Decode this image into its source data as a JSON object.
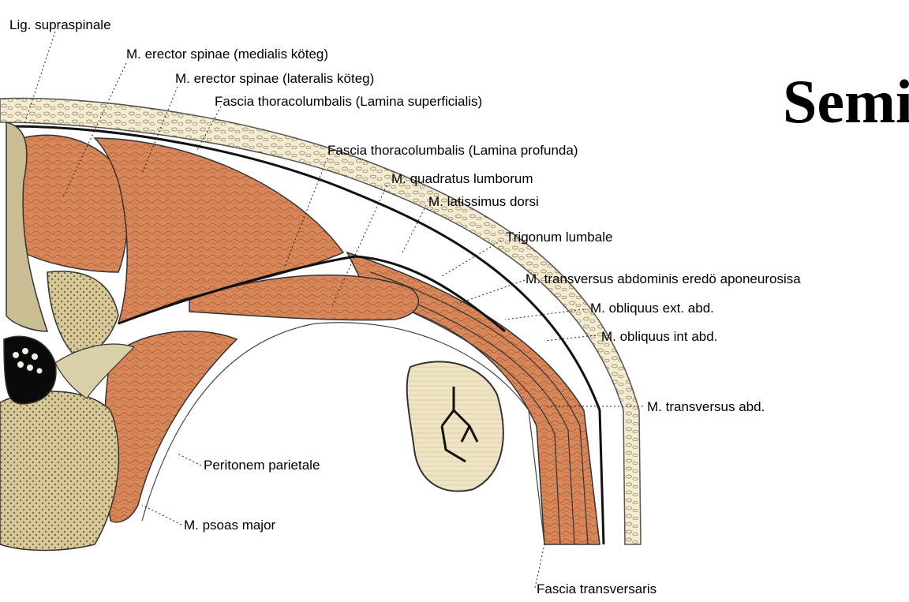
{
  "title": "Semi",
  "labels": {
    "lig_supraspinale": "Lig. supraspinale",
    "erector_medialis": "M. erector spinae (medialis köteg)",
    "erector_lateralis": "M. erector spinae (lateralis köteg)",
    "fascia_superficialis": "Fascia thoracolumbalis (Lamina superficialis)",
    "fascia_profunda": "Fascia thoracolumbalis (Lamina profunda)",
    "quadratus_lumborum": "M. quadratus lumborum",
    "latissimus_dorsi": "M. latissimus dorsi",
    "trigonum_lumbale": "Trigonum lumbale",
    "transversus_aponeurosis": "M. transversus abdominis eredö aponeurosisa",
    "obliquus_ext": "M. obliquus ext. abd.",
    "obliquus_int": "M. obliquus int abd.",
    "transversus_abd": "M. transversus abd.",
    "peritonem_parietale": "Peritonem parietale",
    "psoas_major": "M. psoas major",
    "fascia_transversaris": "Fascia transversaris"
  },
  "colors": {
    "muscle": "#d68a5c",
    "muscle_dark": "#b86a40",
    "fat": "#f2e8cc",
    "fascia": "#1a1a1a",
    "bone": "#c8b98a",
    "gut": "#f0e6c8"
  }
}
